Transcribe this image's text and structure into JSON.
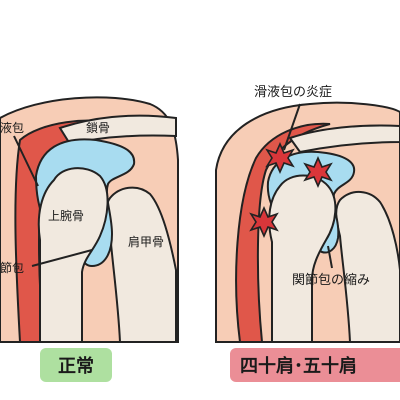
{
  "labels": {
    "bursa_cut": "液包",
    "clavicle": "鎖骨",
    "humerus": "上腕骨",
    "capsule_cut": "節包",
    "scapula": "肩甲骨",
    "bursitis": "滑液包の炎症",
    "capsule_shrink": "関節包の縮み"
  },
  "badges": {
    "normal": "正常",
    "frozen": "四十肩･五十肩"
  },
  "colors": {
    "skin": "#f7cdb6",
    "bone": "#f1e9df",
    "muscle": "#e0574a",
    "muscle_dark": "#c9433a",
    "bursa": "#a8dcf0",
    "normal_badge": "#aee0a0",
    "frozen_badge": "#eb8e96",
    "inflammation": "#d9363a"
  },
  "icons": [
    "inflammation-burst-icon"
  ]
}
